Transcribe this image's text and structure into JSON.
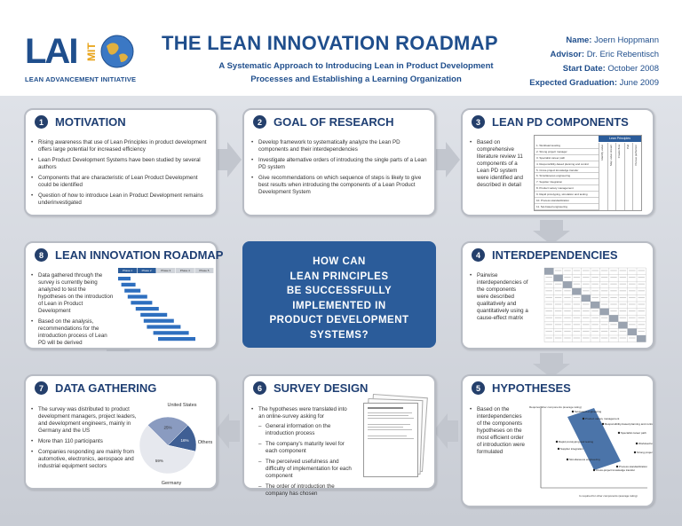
{
  "header": {
    "logo_text": "LAI",
    "logo_mit": "MIT",
    "logo_org": "LEAN ADVANCEMENT INITIATIVE",
    "title": "THE LEAN INNOVATION ROADMAP",
    "subtitle_line1": "A Systematic Approach to Introducing Lean in Product Development",
    "subtitle_line2": "Processes and Establishing a Learning Organization",
    "name_label": "Name:",
    "name_value": "Joern Hoppmann",
    "advisor_label": "Advisor:",
    "advisor_value": "Dr. Eric Rebentisch",
    "start_label": "Start Date:",
    "start_value": "October 2008",
    "grad_label": "Expected Graduation:",
    "grad_value": "June 2009"
  },
  "colors": {
    "title": "#1f4e8c",
    "accent": "#2b5c9a",
    "bar": "#2e6fbf",
    "badge": "#243f6b"
  },
  "center": {
    "line1": "HOW CAN",
    "line2": "LEAN PRINCIPLES",
    "line3": "BE SUCCESSFULLY",
    "line4": "IMPLEMENTED IN",
    "line5": "PRODUCT DEVELOPMENT",
    "line6": "SYSTEMS?"
  },
  "panels": {
    "motivation": {
      "num": "1",
      "title": "MOTIVATION",
      "bullets": [
        "Rising awareness that use of Lean Principles in product development offers large potential for increased efficiency",
        "Lean Product Development Systems have been studied by several authors",
        "Components that are characteristic of Lean Product Development could be identified",
        "Question of how to introduce Lean in Product Development remains underinvestigated"
      ]
    },
    "goal": {
      "num": "2",
      "title": "GOAL OF RESEARCH",
      "bullets": [
        "Develop framework to systematically analyze the Lean PD components and their interdependencies",
        "Investigate alternative orders of introducing the single parts of a Lean PD system",
        "Give recommendations on which sequence of steps is likely to give best results when introducing the components of a Lean Product Development System"
      ]
    },
    "components": {
      "num": "3",
      "title": "LEAN PD COMPONENTS",
      "bullet": "Based on comprehensive literature review 11 components of a Lean PD system were identified and described in detail",
      "table_header": "Lean Principles",
      "rows": [
        "1. Workload leveling",
        "2. Strong project manager",
        "3. Specialist career path",
        "4. Responsibility-based planning and control",
        "5. Cross-project knowledge transfer",
        "6. Simultaneous engineering",
        "7. Supplier integration",
        "8. Product variety management",
        "9. Rapid prototyping, simulation and testing",
        "10. Process standardization",
        "11. Set-based engineering"
      ],
      "cols": [
        "Identify value",
        "Map value stream",
        "Create flow",
        "Pull",
        "Pursue perfection"
      ]
    },
    "interdependencies": {
      "num": "4",
      "title": "INTERDEPENDENCIES",
      "bullet": "Pairwise interdependencies of the components were described qualitatively and quantitatively using a cause-effect matrix"
    },
    "hypotheses": {
      "num": "5",
      "title": "HYPOTHESES",
      "bullet": "Based on the interdependencies of the components hypotheses on the most efficient order of introduction were formulated",
      "ylabel": "Requires other components (average rating)",
      "xlabel": "Is required for other components (average rating)",
      "points": [
        "Set-based engineering",
        "Product variety management",
        "Responsibility-based planning and control",
        "Specialist career path",
        "Workload leveling",
        "Strong project manager",
        "Rapid prototyping and testing",
        "Supplier integration",
        "Simultaneous engineering",
        "Process standardization",
        "Cross-project knowledge transfer"
      ]
    },
    "survey": {
      "num": "6",
      "title": "SURVEY DESIGN",
      "bullet": "The hypotheses were translated into an online-survey asking for",
      "sub": [
        "General information on the introduction process",
        "The company's maturity level for each component",
        "The perceived usefulness and difficulty of implementation for each component",
        "The order of introduction the company has chosen"
      ]
    },
    "gathering": {
      "num": "7",
      "title": "DATA GATHERING",
      "bullets": [
        "The survey was distributed to product development managers, project leaders, and development engineers, mainly in Germany and the US",
        "More than 110 participants",
        "Companies responding are mainly from automotive, electronics, aerospace and industrial equipment sectors"
      ]
    },
    "roadmap": {
      "num": "8",
      "title": "LEAN INNOVATION ROADMAP",
      "bullets": [
        "Data gathered through the survey is currently being analyzed to test the hypotheses on the introduction of Lean in Product Development",
        "Based on the analysis, recommendations for the introduction process of Lean PD will be derived"
      ],
      "phases": [
        "Phase 1",
        "Phase 2",
        "Phase 3",
        "Phase 4",
        "Phase 5"
      ]
    }
  },
  "chart_data": {
    "type": "pie",
    "categories": [
      "United States",
      "Others",
      "Germany"
    ],
    "values": [
      25,
      16,
      59
    ],
    "labels": [
      "25%",
      "16%",
      "59%"
    ]
  }
}
